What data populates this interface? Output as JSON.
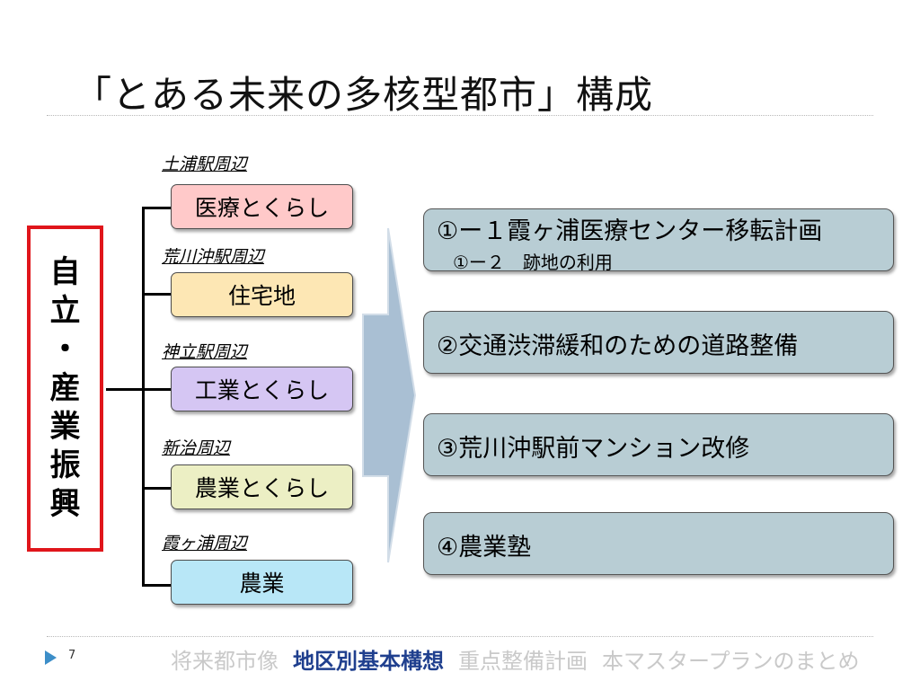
{
  "slide": {
    "title": "「とある未来の多核型都市」構成",
    "page_number": "7"
  },
  "theme_box": {
    "chars": [
      "自",
      "立",
      "・",
      "産",
      "業",
      "振",
      "興"
    ]
  },
  "areas": [
    {
      "area": "土浦駅周辺",
      "category": "医療とくらし",
      "color": "#ffc9c9"
    },
    {
      "area": "荒川沖駅周辺",
      "category": "住宅地",
      "color": "#fde7b4"
    },
    {
      "area": "神立駅周辺",
      "category": "工業とくらし",
      "color": "#d5c6f3"
    },
    {
      "area": "新治周辺",
      "category": "農業とくらし",
      "color": "#ecefc4"
    },
    {
      "area": "霞ヶ浦周辺",
      "category": "農業",
      "color": "#b8e7f7"
    }
  ],
  "projects": [
    {
      "label": "①ー１霞ヶ浦医療センター移転計画",
      "sub": "①ー２　跡地の利用"
    },
    {
      "label": "②交通渋滞緩和のための道路整備"
    },
    {
      "label": "③荒川沖駅前マンション改修"
    },
    {
      "label": "④農業塾"
    }
  ],
  "footer_nav": [
    {
      "label": "将来都市像",
      "active": false
    },
    {
      "label": "地区別基本構想",
      "active": true
    },
    {
      "label": "重点整備計画",
      "active": false
    },
    {
      "label": "本マスタープランのまとめ",
      "active": false
    }
  ],
  "colors": {
    "accent_red": "#e0151b",
    "project_fill": "#b8cdd4",
    "arrow_fill": "#a9bfd3",
    "nav_active": "#1f3f8e"
  }
}
